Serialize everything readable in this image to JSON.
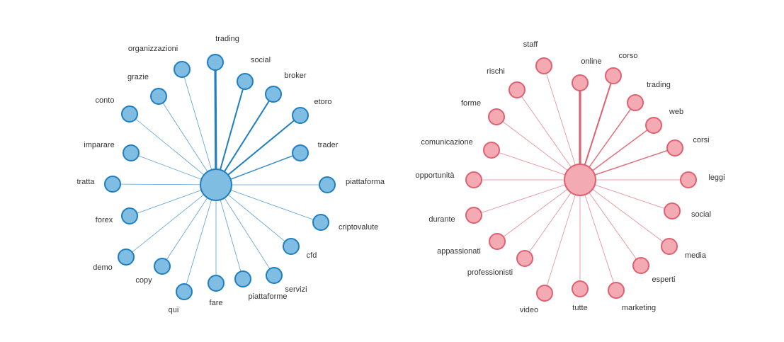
{
  "colors": {
    "blue_fill": "#7fbde2",
    "blue_stroke": "#1f7fc0",
    "red_fill": "#f3aab3",
    "red_stroke": "#e0606f"
  },
  "networks": [
    {
      "id": "blue",
      "center": "",
      "nodes": [
        {
          "label": "trading",
          "weight": 5
        },
        {
          "label": "social",
          "weight": 3
        },
        {
          "label": "broker",
          "weight": 3
        },
        {
          "label": "etoro",
          "weight": 3
        },
        {
          "label": "trader",
          "weight": 2
        },
        {
          "label": "piattaforma",
          "weight": 1
        },
        {
          "label": "criptovalute",
          "weight": 1
        },
        {
          "label": "cfd",
          "weight": 1
        },
        {
          "label": "servizi",
          "weight": 1
        },
        {
          "label": "piattaforme",
          "weight": 1
        },
        {
          "label": "fare",
          "weight": 1
        },
        {
          "label": "qui",
          "weight": 1
        },
        {
          "label": "copy",
          "weight": 1
        },
        {
          "label": "demo",
          "weight": 1
        },
        {
          "label": "forex",
          "weight": 1
        },
        {
          "label": "tratta",
          "weight": 1
        },
        {
          "label": "imparare",
          "weight": 1
        },
        {
          "label": "conto",
          "weight": 1
        },
        {
          "label": "grazie",
          "weight": 1
        },
        {
          "label": "organizzazioni",
          "weight": 1
        }
      ]
    },
    {
      "id": "red",
      "center": "",
      "nodes": [
        {
          "label": "online",
          "weight": 5
        },
        {
          "label": "corso",
          "weight": 3
        },
        {
          "label": "trading",
          "weight": 2
        },
        {
          "label": "web",
          "weight": 2
        },
        {
          "label": "corsi",
          "weight": 2
        },
        {
          "label": "leggi",
          "weight": 1
        },
        {
          "label": "social",
          "weight": 1
        },
        {
          "label": "media",
          "weight": 1
        },
        {
          "label": "esperti",
          "weight": 1
        },
        {
          "label": "marketing",
          "weight": 1
        },
        {
          "label": "tutte",
          "weight": 1
        },
        {
          "label": "video",
          "weight": 1
        },
        {
          "label": "professionisti",
          "weight": 1
        },
        {
          "label": "appassionati",
          "weight": 1
        },
        {
          "label": "durante",
          "weight": 1
        },
        {
          "label": "opportunità",
          "weight": 1
        },
        {
          "label": "comunicazione",
          "weight": 1
        },
        {
          "label": "forme",
          "weight": 1
        },
        {
          "label": "rischi",
          "weight": 1
        },
        {
          "label": "staff",
          "weight": 1
        }
      ]
    }
  ]
}
